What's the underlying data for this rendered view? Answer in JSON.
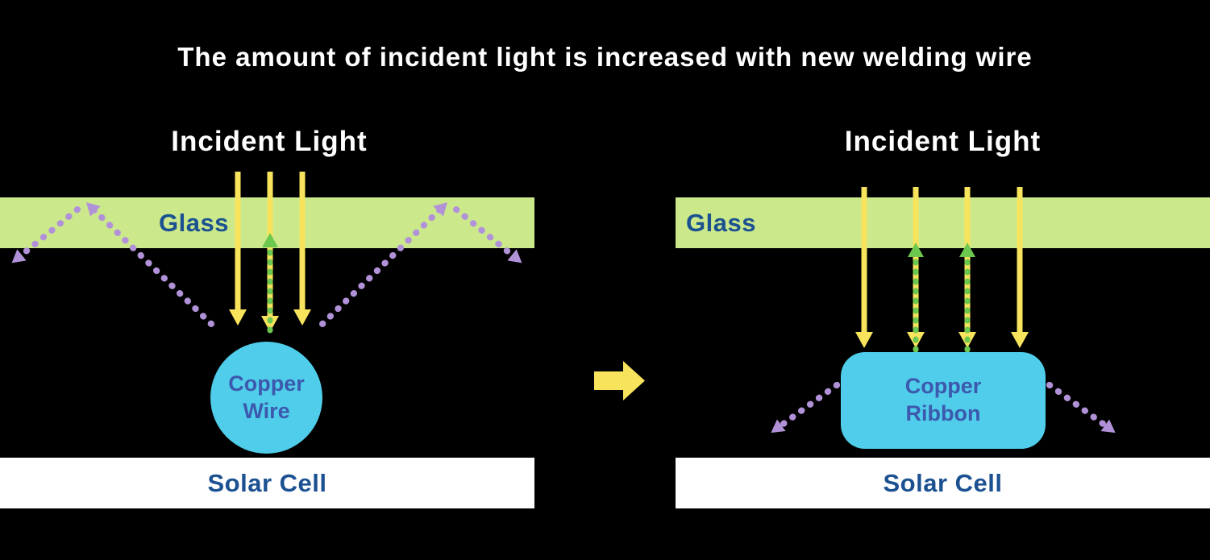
{
  "title": "The amount of incident light is increased with new welding wire",
  "colors": {
    "background": "#000000",
    "title_text": "#ffffff",
    "glass_fill": "#cbe88b",
    "navy_label": "#1b5191",
    "incident_yellow": "#f8e35d",
    "reflected_green": "#6cc84e",
    "lost_purple": "#b192d8",
    "copper_fill": "#4fcdea",
    "copper_label": "#3c59ad",
    "solar_fill": "#ffffff"
  },
  "left_panel": {
    "incident_light_label": "Incident Light",
    "glass_label": "Glass",
    "copper_label": "Copper Wire",
    "solar_cell_label": "Solar Cell"
  },
  "right_panel": {
    "incident_light_label": "Incident Light",
    "glass_label": "Glass",
    "copper_label": "Copper Ribbon",
    "solar_cell_label": "Solar Cell"
  }
}
